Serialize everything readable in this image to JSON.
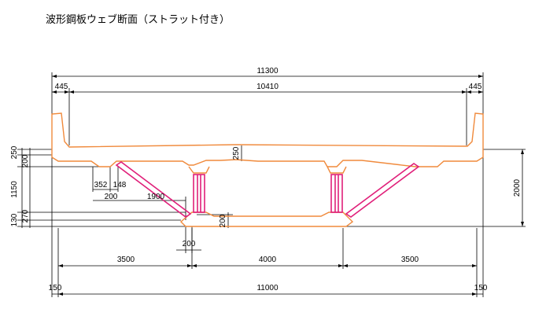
{
  "title": "波形鋼板ウェブ断面（ストラット付き）",
  "dimensions": {
    "top_total": "11300",
    "top_left_overhang": "445",
    "top_inner": "10410",
    "top_right_overhang": "445",
    "left_250": "250",
    "left_200": "200",
    "left_1150": "1150",
    "left_130": "130",
    "left_270": "270",
    "deck_250": "250",
    "haunch_352": "352",
    "haunch_148": "148",
    "haunch_200": "200",
    "strut_1900": "1900",
    "bottom_200_v": "200",
    "bottom_200_h": "200",
    "right_2000": "2000",
    "span_left": "3500",
    "span_mid": "4000",
    "span_right": "3500",
    "bot_left_150": "150",
    "bot_total": "11000",
    "bot_right_150": "150"
  },
  "colors": {
    "outline": "#f08a3c",
    "strut": "#e0207a",
    "dimension": "#000000"
  }
}
